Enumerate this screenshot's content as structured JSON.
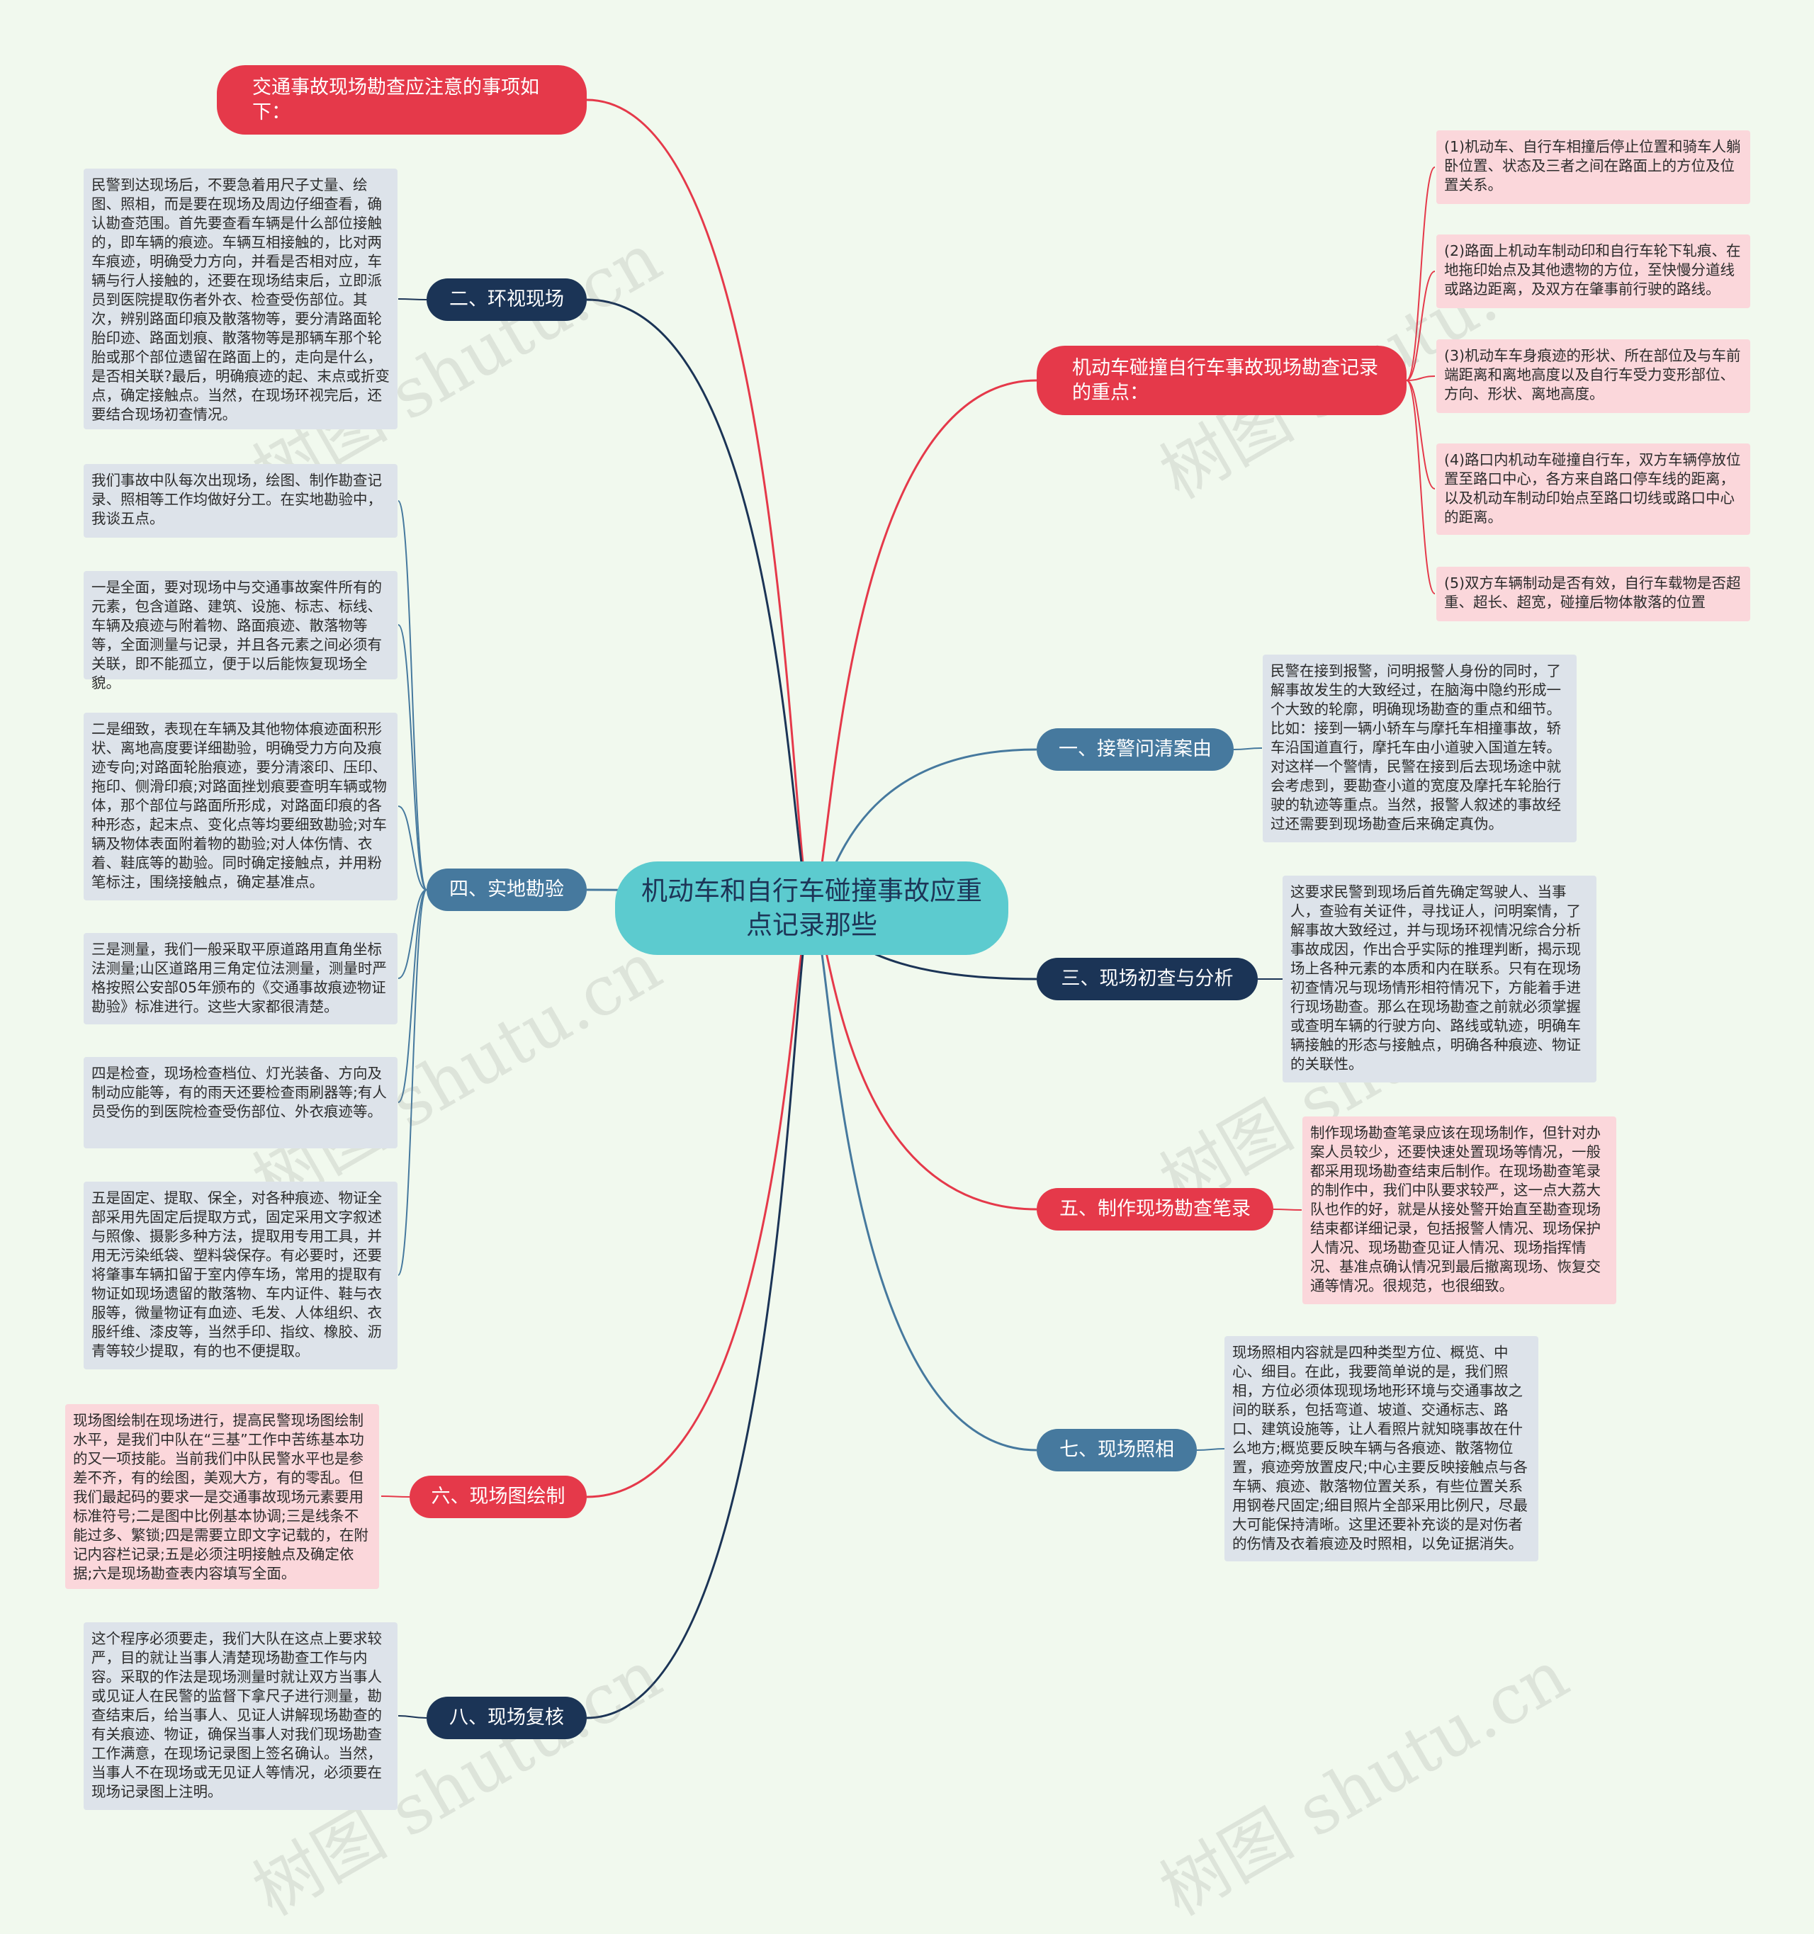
{
  "center": "机动车和自行车碰撞事故应重点记录那些",
  "colors": {
    "red": "#e5394a",
    "navy": "#1b3456",
    "blue": "#46799e",
    "teal": "#5ccbcf",
    "pink": "#fbd7db",
    "grey": "#dde3ea",
    "background": "#f1f9ee"
  },
  "watermark": "树图 shutu.cn",
  "branches": {
    "notice": "交通事故现场勘查应注意的事项如下：",
    "env": "二、环视现场",
    "onsite": "四、实地勘验",
    "drawing": "六、现场图绘制",
    "review": "八、现场复核",
    "focus": "机动车碰撞自行车事故现场勘查记录的重点：",
    "ask": "一、接警问清案由",
    "initial": "三、现场初查与分析",
    "notes": "五、制作现场勘查笔录",
    "photo": "七、现场照相"
  },
  "leaves": {
    "env": "民警到达现场后，不要急着用尺子丈量、绘图、照相，而是要在现场及周边仔细查看，确认勘查范围。首先要查看车辆是什么部位接触的，即车辆的痕迹。车辆互相接触的，比对两车痕迹，明确受力方向，并看是否相对应，车辆与行人接触的，还要在现场结束后，立即派员到医院提取伤者外衣、检查受伤部位。其次，辨别路面印痕及散落物等，要分清路面轮胎印迹、路面划痕、散落物等是那辆车那个轮胎或那个部位遗留在路面上的，走向是什么，是否相关联?最后，明确痕迹的起、末点或折变点，确定接触点。当然，在现场环视完后，还要结合现场初查情况。",
    "onsite_intro": "我们事故中队每次出现场，绘图、制作勘查记录、照相等工作均做好分工。在实地勘验中，我谈五点。",
    "onsite_1": "一是全面，要对现场中与交通事故案件所有的元素，包含道路、建筑、设施、标志、标线、车辆及痕迹与附着物、路面痕迹、散落物等等，全面测量与记录，并且各元素之间必须有关联，即不能孤立，便于以后能恢复现场全貌。",
    "onsite_2": "二是细致，表现在车辆及其他物体痕迹面积形状、离地高度要详细勘验，明确受力方向及痕迹专向;对路面轮胎痕迹，要分清滚印、压印、拖印、侧滑印痕;对路面挫划痕要查明车辆或物体，那个部位与路面所形成，对路面印痕的各种形态，起末点、变化点等均要细致勘验;对车辆及物体表面附着物的勘验;对人体伤情、衣着、鞋底等的勘验。同时确定接触点，并用粉笔标注，围绕接触点，确定基准点。",
    "onsite_3": "三是测量，我们一般采取平原道路用直角坐标法测量;山区道路用三角定位法测量，测量时严格按照公安部05年颁布的《交通事故痕迹物证勘验》标准进行。这些大家都很清楚。",
    "onsite_4": "四是检查，现场检查档位、灯光装备、方向及制动应能等，有的雨天还要检查雨刷器等;有人员受伤的到医院检查受伤部位、外衣痕迹等。",
    "onsite_5": "五是固定、提取、保全，对各种痕迹、物证全部采用先固定后提取方式，固定采用文字叙述与照像、摄影多种方法，提取用专用工具，并用无污染纸袋、塑料袋保存。有必要时，还要将肇事车辆扣留于室内停车场，常用的提取有物证如现场遗留的散落物、车内证件、鞋与衣服等，微量物证有血迹、毛发、人体组织、衣服纤维、漆皮等，当然手印、指纹、橡胶、沥青等较少提取，有的也不便提取。",
    "drawing": "现场图绘制在现场进行，提高民警现场图绘制水平，是我们中队在“三基”工作中苦练基本功的又一项技能。当前我们中队民警水平也是参差不齐，有的绘图，美观大方，有的零乱。但我们最起码的要求一是交通事故现场元素要用标准符号;二是图中比例基本协调;三是线条不能过多、繁锁;四是需要立即文字记载的，在附记内容栏记录;五是必须注明接触点及确定依据;六是现场勘查表内容填写全面。",
    "review": "这个程序必须要走，我们大队在这点上要求较严，目的就让当事人清楚现场勘查工作与内容。采取的作法是现场测量时就让双方当事人或见证人在民警的监督下拿尺子进行测量，勘查结束后，给当事人、见证人讲解现场勘查的有关痕迹、物证，确保当事人对我们现场勘查工作满意，在现场记录图上签名确认。当然，当事人不在现场或无见证人等情况，必须要在现场记录图上注明。",
    "focus_1": "(1)机动车、自行车相撞后停止位置和骑车人躺卧位置、状态及三者之间在路面上的方位及位置关系。",
    "focus_2": "(2)路面上机动车制动印和自行车轮下轧痕、在地拖印始点及其他遗物的方位，至快慢分道线或路边距离，及双方在肇事前行驶的路线。",
    "focus_3": "(3)机动车车身痕迹的形状、所在部位及与车前端距离和离地高度以及自行车受力变形部位、方向、形状、离地高度。",
    "focus_4": "(4)路口内机动车碰撞自行车，双方车辆停放位置至路口中心，各方来自路口停车线的距离，以及机动车制动印始点至路口切线或路口中心的距离。",
    "focus_5": "(5)双方车辆制动是否有效，自行车载物是否超重、超长、超宽，碰撞后物体散落的位置",
    "ask": "民警在接到报警，问明报警人身份的同时，了解事故发生的大致经过，在脑海中隐约形成一个大致的轮廓，明确现场勘查的重点和细节。比如：接到一辆小轿车与摩托车相撞事故，轿车沿国道直行，摩托车由小道驶入国道左转。对这样一个警情，民警在接到后去现场途中就会考虑到，要勘查小道的宽度及摩托车轮胎行驶的轨迹等重点。当然，报警人叙述的事故经过还需要到现场勘查后来确定真伪。",
    "initial": "这要求民警到现场后首先确定驾驶人、当事人，查验有关证件，寻找证人，问明案情，了解事故大致经过，并与现场环视情况综合分析事故成因，作出合乎实际的推理判断，揭示现场上各种元素的本质和内在联系。只有在现场初查情况与现场情形相符情况下，方能着手进行现场勘查。那么在现场勘查之前就必须掌握或查明车辆的行驶方向、路线或轨迹，明确车辆接触的形态与接触点，明确各种痕迹、物证的关联性。",
    "notes": "制作现场勘查笔录应该在现场制作，但针对办案人员较少，还要快速处置现场等情况，一般都采用现场勘查结束后制作。在现场勘查笔录的制作中，我们中队要求较严，这一点大荔大队也作的好，就是从接处警开始直至勘查现场结束都详细记录，包括报警人情况、现场保护人情况、现场勘查见证人情况、现场指挥情况、基准点确认情况到最后撤离现场、恢复交通等情况。很规范，也很细致。",
    "photo": "现场照相内容就是四种类型方位、概览、中心、细目。在此，我要简单说的是，我们照相，方位必须体现现场地形环境与交通事故之间的联系，包括弯道、坡道、交通标志、路口、建筑设施等，让人看照片就知晓事故在什么地方;概览要反映车辆与各痕迹、散落物位置，痕迹旁放置皮尺;中心主要反映接触点与各车辆、痕迹、散落物位置关系，有些位置关系用钢卷尺固定;细目照片全部采用比例尺，尽最大可能保持清晰。这里还要补充谈的是对伤者的伤情及衣着痕迹及时照相，以免证据消失。"
  }
}
